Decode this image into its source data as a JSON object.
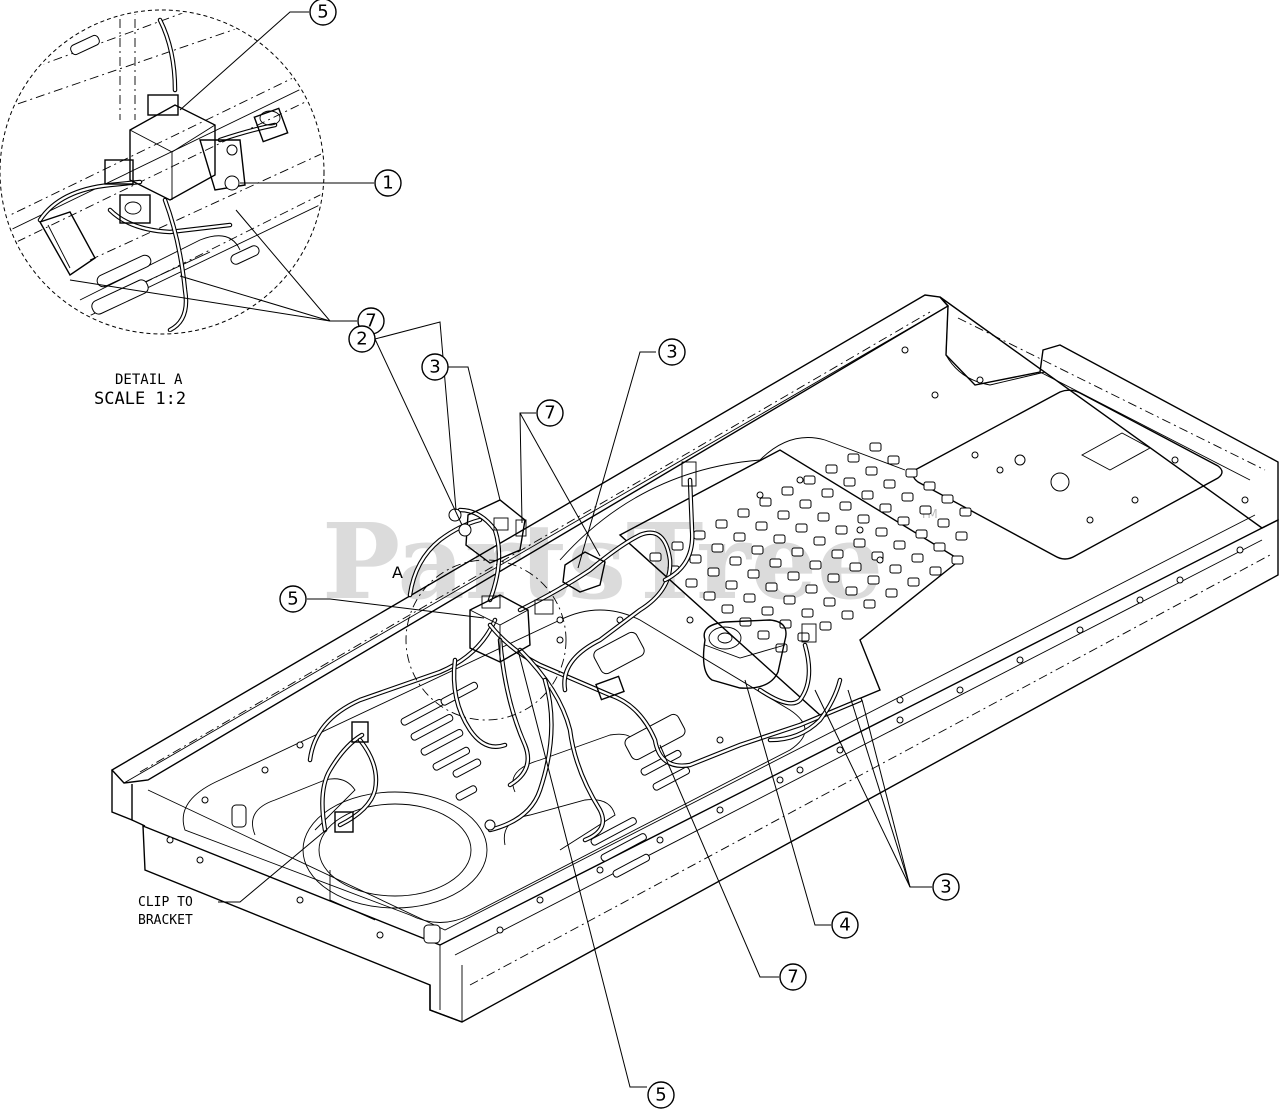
{
  "detail": {
    "title": "DETAIL A",
    "scale": "SCALE 1:2"
  },
  "detail_marker": "A",
  "note_clip": {
    "line1": "CLIP TO",
    "line2": "BRACKET"
  },
  "watermark": {
    "text": "PartsTree",
    "tm": "TM"
  },
  "callouts": {
    "c1": "1",
    "c2": "2",
    "c3a": "3",
    "c3b": "3",
    "c3c": "3",
    "c4": "4",
    "c5a": "5",
    "c5b": "5",
    "c5c": "5",
    "c7a": "7",
    "c7b": "7",
    "c7c": "7"
  }
}
